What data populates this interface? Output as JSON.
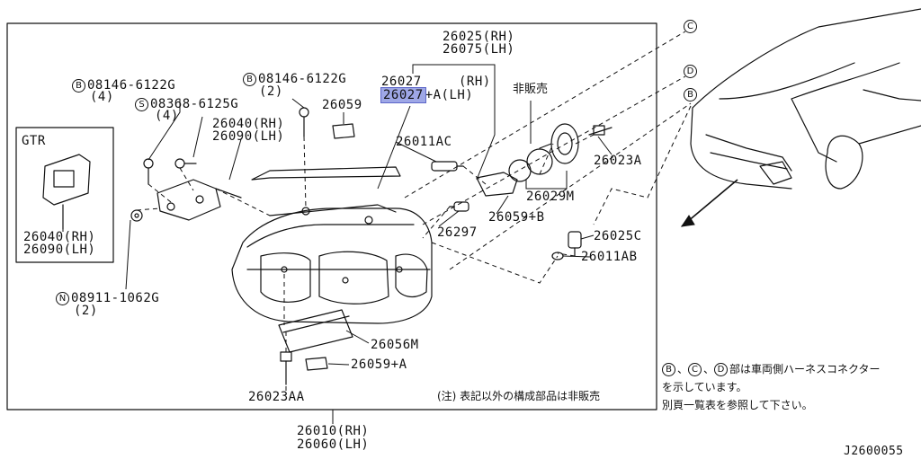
{
  "labels": {
    "p26025": "26025(RH)",
    "p26075": "26075(LH)",
    "p26027": "26027",
    "rh_suffix": "(RH)",
    "p26027a": "26027",
    "a_lh": "+A(LH)",
    "not_sold": "非販売",
    "p26059": "26059",
    "b_1": "B",
    "bolt1": "08146-6122G",
    "qty1": "(4)",
    "b_2": "B",
    "bolt2": "08146-6122G",
    "qty2": "(2)",
    "s_1": "S",
    "screw1": "08368-6125G",
    "qty3": "(4)",
    "p26040_rh": "26040(RH)",
    "p26090_lh": "26090(LH)",
    "gtr": "GTR",
    "gtr_26040": "26040(RH)",
    "gtr_26090": "26090(LH)",
    "p26011ac": "26011AC",
    "p26023a": "26023A",
    "p26029m": "26029M",
    "p26059b": "26059+B",
    "p26297": "26297",
    "p26025c": "26025C",
    "p26011ab": "26011AB",
    "n_1": "N",
    "nut1": "08911-1062G",
    "qty4": "(2)",
    "p26056m": "26056M",
    "p26059a": "26059+A",
    "p26023aa": "26023AA",
    "p26010": "26010(RH)",
    "p26060": "26060(LH)",
    "conn_c": "C",
    "conn_d": "D",
    "conn_b": "B",
    "note_nonsale": "(注) 表記以外の構成部品は非販売",
    "legend_b": "B",
    "legend_c": "C",
    "legend_d": "D",
    "legend_line1": "部は車両側ハーネスコネクター",
    "legend_line2": "を示しています。",
    "legend_line3": "別頁一覧表を参照して下さい。",
    "diagram_id": "J2600055"
  }
}
